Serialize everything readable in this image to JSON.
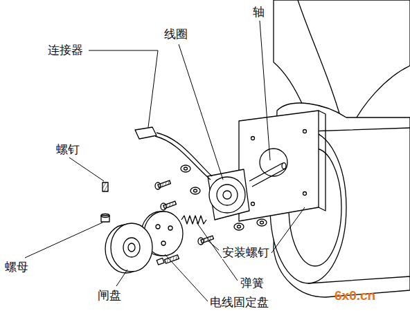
{
  "diagram": {
    "labels": [
      "轴",
      "线圈",
      "连接器",
      "螺钉",
      "螺母",
      "闸盘",
      "电线固定盘",
      "弹簧",
      "安装螺钉",
      "6x0.cn"
    ]
  }
}
